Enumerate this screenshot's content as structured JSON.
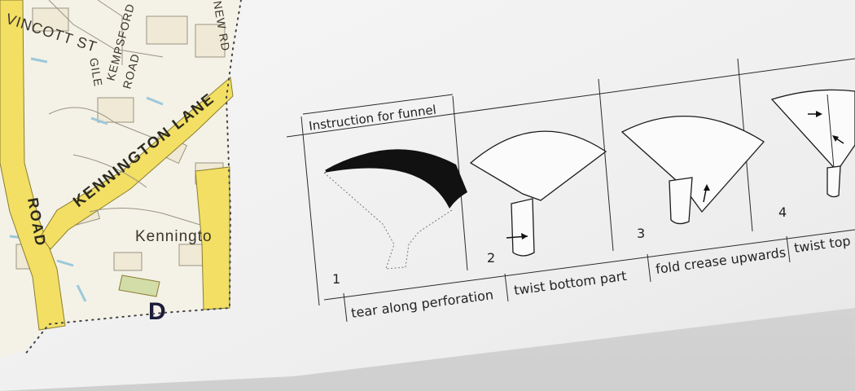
{
  "map": {
    "streets": [
      {
        "name": "VINCOTT ST"
      },
      {
        "name": "GILE"
      },
      {
        "name": "KEMPSFORD"
      },
      {
        "name": "ROAD"
      },
      {
        "name": "NEW RD"
      },
      {
        "name": "KENNINGTON LANE"
      },
      {
        "name": "ROAD"
      },
      {
        "name": "Kenningto"
      },
      {
        "name": "D"
      }
    ],
    "colors": {
      "road_yellow": "#f2df64",
      "paper": "#f4f2e6",
      "water": "#9cc8dc"
    }
  },
  "instructions": {
    "title": "Instruction for funnel",
    "steps": [
      {
        "number": "1",
        "caption": "tear along perforation"
      },
      {
        "number": "2",
        "caption": "twist bottom part"
      },
      {
        "number": "3",
        "caption": "fold crease upwards"
      },
      {
        "number": "4",
        "caption": "twist top"
      }
    ]
  }
}
